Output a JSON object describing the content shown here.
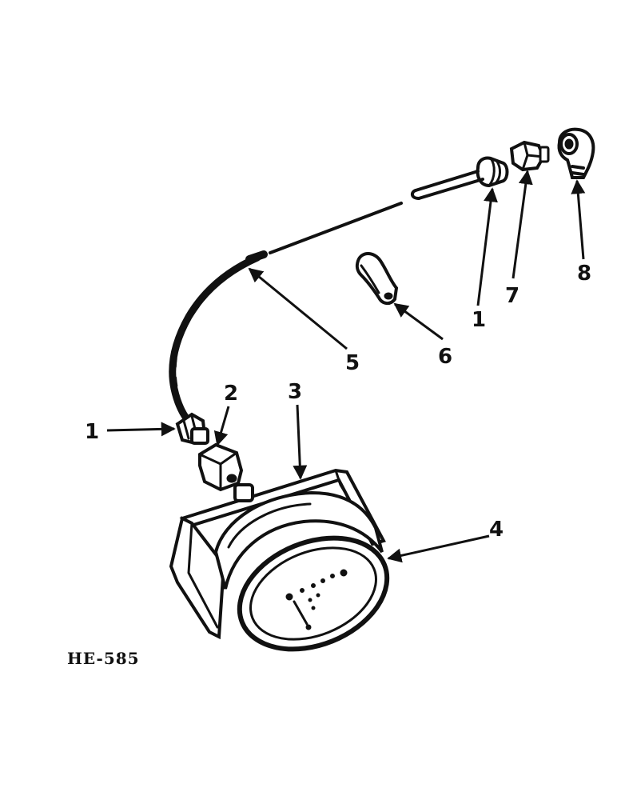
{
  "figure_code": "HE-585",
  "callouts": {
    "c1a": "1",
    "c1b": "1",
    "c2": "2",
    "c3": "3",
    "c4": "4",
    "c5": "5",
    "c6": "6",
    "c7": "7",
    "c8": "8"
  }
}
